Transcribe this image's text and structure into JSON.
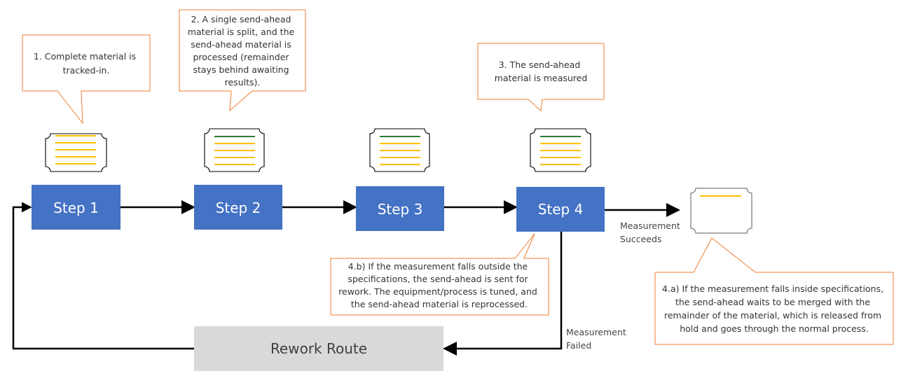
{
  "steps": [
    {
      "label": "Step 1"
    },
    {
      "label": "Step 2"
    },
    {
      "label": "Step 3"
    },
    {
      "label": "Step 4"
    }
  ],
  "rework": {
    "label": "Rework Route"
  },
  "callouts": {
    "c1": [
      "1. Complete material is",
      "tracked-in."
    ],
    "c2": [
      "2. A single send-ahead",
      "material is split, and the",
      "send-ahead material is",
      "processed (remainder",
      "stays behind awaiting",
      "results)."
    ],
    "c3": [
      "3. The send-ahead",
      "material is measured"
    ],
    "c4b": [
      "4.b) If the measurement falls outside the",
      "specifications, the send-ahead is sent for",
      "rework. The equipment/process is tuned, and",
      "the send-ahead material is reprocessed."
    ],
    "c4a": [
      "4.a) If the measurement falls inside specifications,",
      "the send-ahead waits to be merged with the",
      "remainder of the material, which is released from",
      "hold and goes through the normal process."
    ]
  },
  "edge_labels": {
    "success": [
      "Measurement",
      "Succeeds"
    ],
    "failed": [
      "Measurement",
      "Failed"
    ]
  },
  "documents": {
    "doc1": {
      "icon": "document-icon",
      "header_line": "yellow",
      "lines": 5
    },
    "doc2": {
      "icon": "document-icon",
      "header_line": "green",
      "lines": 4
    },
    "doc3": {
      "icon": "document-icon",
      "header_line": "green",
      "lines": 4
    },
    "doc4": {
      "icon": "document-icon",
      "header_line": "green",
      "lines": 4
    },
    "doc5": {
      "icon": "document-icon",
      "header_line": "yellow",
      "lines": 1
    }
  },
  "colors": {
    "step_fill": "#4472c4",
    "rework_fill": "#d9d9d9",
    "callout_border": "#ed7d31",
    "line_yellow": "#ffc000",
    "line_green": "#2e7d32"
  }
}
